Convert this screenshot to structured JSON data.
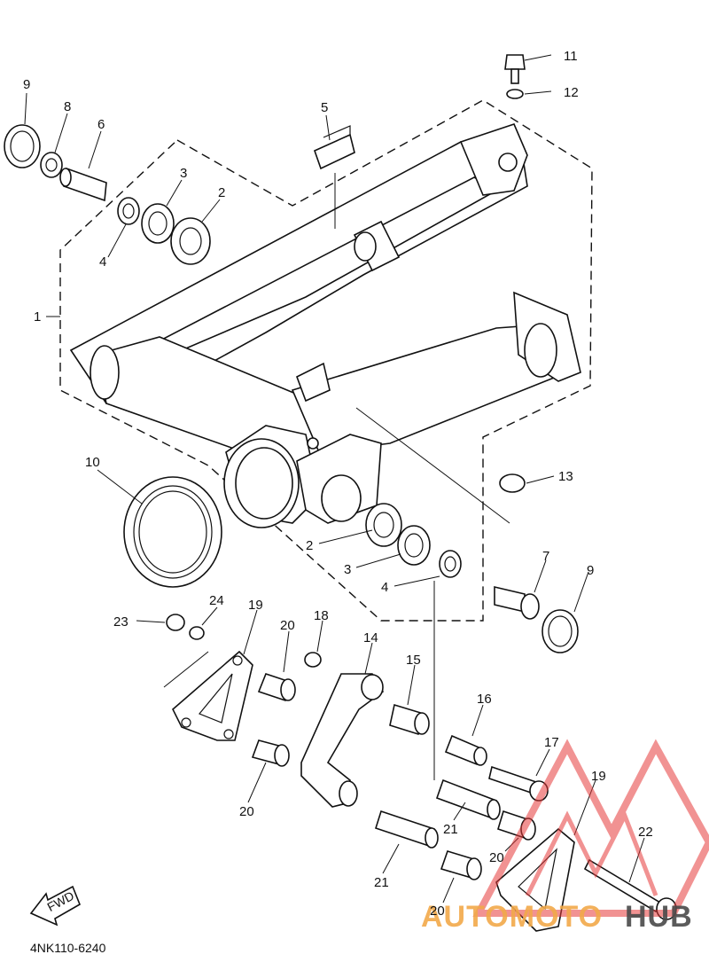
{
  "diagram": {
    "code": "4NK110-6240",
    "fwd_label": "FWD",
    "watermark": {
      "part1": "AUTOMOTO",
      "part2": "HUB"
    },
    "callouts": [
      {
        "id": "c1",
        "text": "1"
      },
      {
        "id": "c2a",
        "text": "2"
      },
      {
        "id": "c2b",
        "text": "2"
      },
      {
        "id": "c3a",
        "text": "3"
      },
      {
        "id": "c3b",
        "text": "3"
      },
      {
        "id": "c4a",
        "text": "4"
      },
      {
        "id": "c4b",
        "text": "4"
      },
      {
        "id": "c5",
        "text": "5"
      },
      {
        "id": "c6",
        "text": "6"
      },
      {
        "id": "c7",
        "text": "7"
      },
      {
        "id": "c8",
        "text": "8"
      },
      {
        "id": "c9a",
        "text": "9"
      },
      {
        "id": "c9b",
        "text": "9"
      },
      {
        "id": "c10",
        "text": "10"
      },
      {
        "id": "c11",
        "text": "11"
      },
      {
        "id": "c12",
        "text": "12"
      },
      {
        "id": "c13",
        "text": "13"
      },
      {
        "id": "c14",
        "text": "14"
      },
      {
        "id": "c15",
        "text": "15"
      },
      {
        "id": "c16",
        "text": "16"
      },
      {
        "id": "c17",
        "text": "17"
      },
      {
        "id": "c18",
        "text": "18"
      },
      {
        "id": "c19a",
        "text": "19"
      },
      {
        "id": "c19b",
        "text": "19"
      },
      {
        "id": "c20a",
        "text": "20"
      },
      {
        "id": "c20b",
        "text": "20"
      },
      {
        "id": "c20c",
        "text": "20"
      },
      {
        "id": "c20d",
        "text": "20"
      },
      {
        "id": "c21a",
        "text": "21"
      },
      {
        "id": "c21b",
        "text": "21"
      },
      {
        "id": "c22",
        "text": "22"
      },
      {
        "id": "c23",
        "text": "23"
      },
      {
        "id": "c24",
        "text": "24"
      }
    ]
  }
}
